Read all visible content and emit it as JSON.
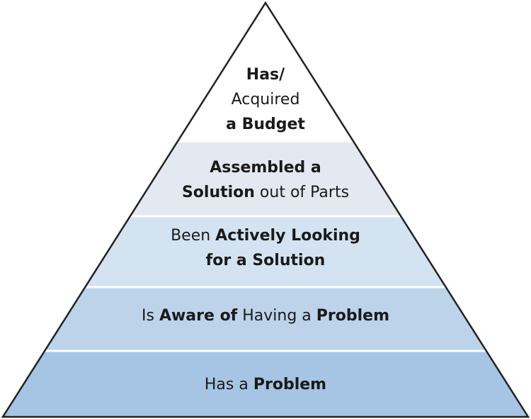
{
  "tiers": [
    {
      "lines": [
        [
          {
            "text": "Has/",
            "bold": true
          }
        ],
        [
          {
            "text": "Acquired",
            "bold": false
          }
        ],
        [
          {
            "text": "a Budget",
            "bold": true
          }
        ]
      ]
    },
    {
      "lines": [
        [
          {
            "text": "Assembled a",
            "bold": true
          }
        ],
        [
          {
            "text": "Solution",
            "bold": true
          },
          {
            "text": " out of Parts",
            "bold": false
          }
        ]
      ]
    },
    {
      "lines": [
        [
          {
            "text": "Been ",
            "bold": false
          },
          {
            "text": "Actively Looking",
            "bold": true
          }
        ],
        [
          {
            "text": "for a Solution",
            "bold": true
          }
        ]
      ]
    },
    {
      "lines": [
        [
          {
            "text": "Is ",
            "bold": false
          },
          {
            "text": "Aware of",
            "bold": true
          },
          {
            "text": " Having a ",
            "bold": false
          },
          {
            "text": "Problem",
            "bold": true
          }
        ]
      ]
    },
    {
      "lines": [
        [
          {
            "text": "Has a ",
            "bold": false
          },
          {
            "text": "Problem",
            "bold": true
          }
        ]
      ]
    }
  ],
  "colors": {
    "outline": "#222222",
    "tier_fills": [
      "#ffffff",
      "#e4e9f1",
      "#d4e3f1",
      "#bdd3ea",
      "#a6c4e3"
    ],
    "text": "#1a1a1a"
  }
}
